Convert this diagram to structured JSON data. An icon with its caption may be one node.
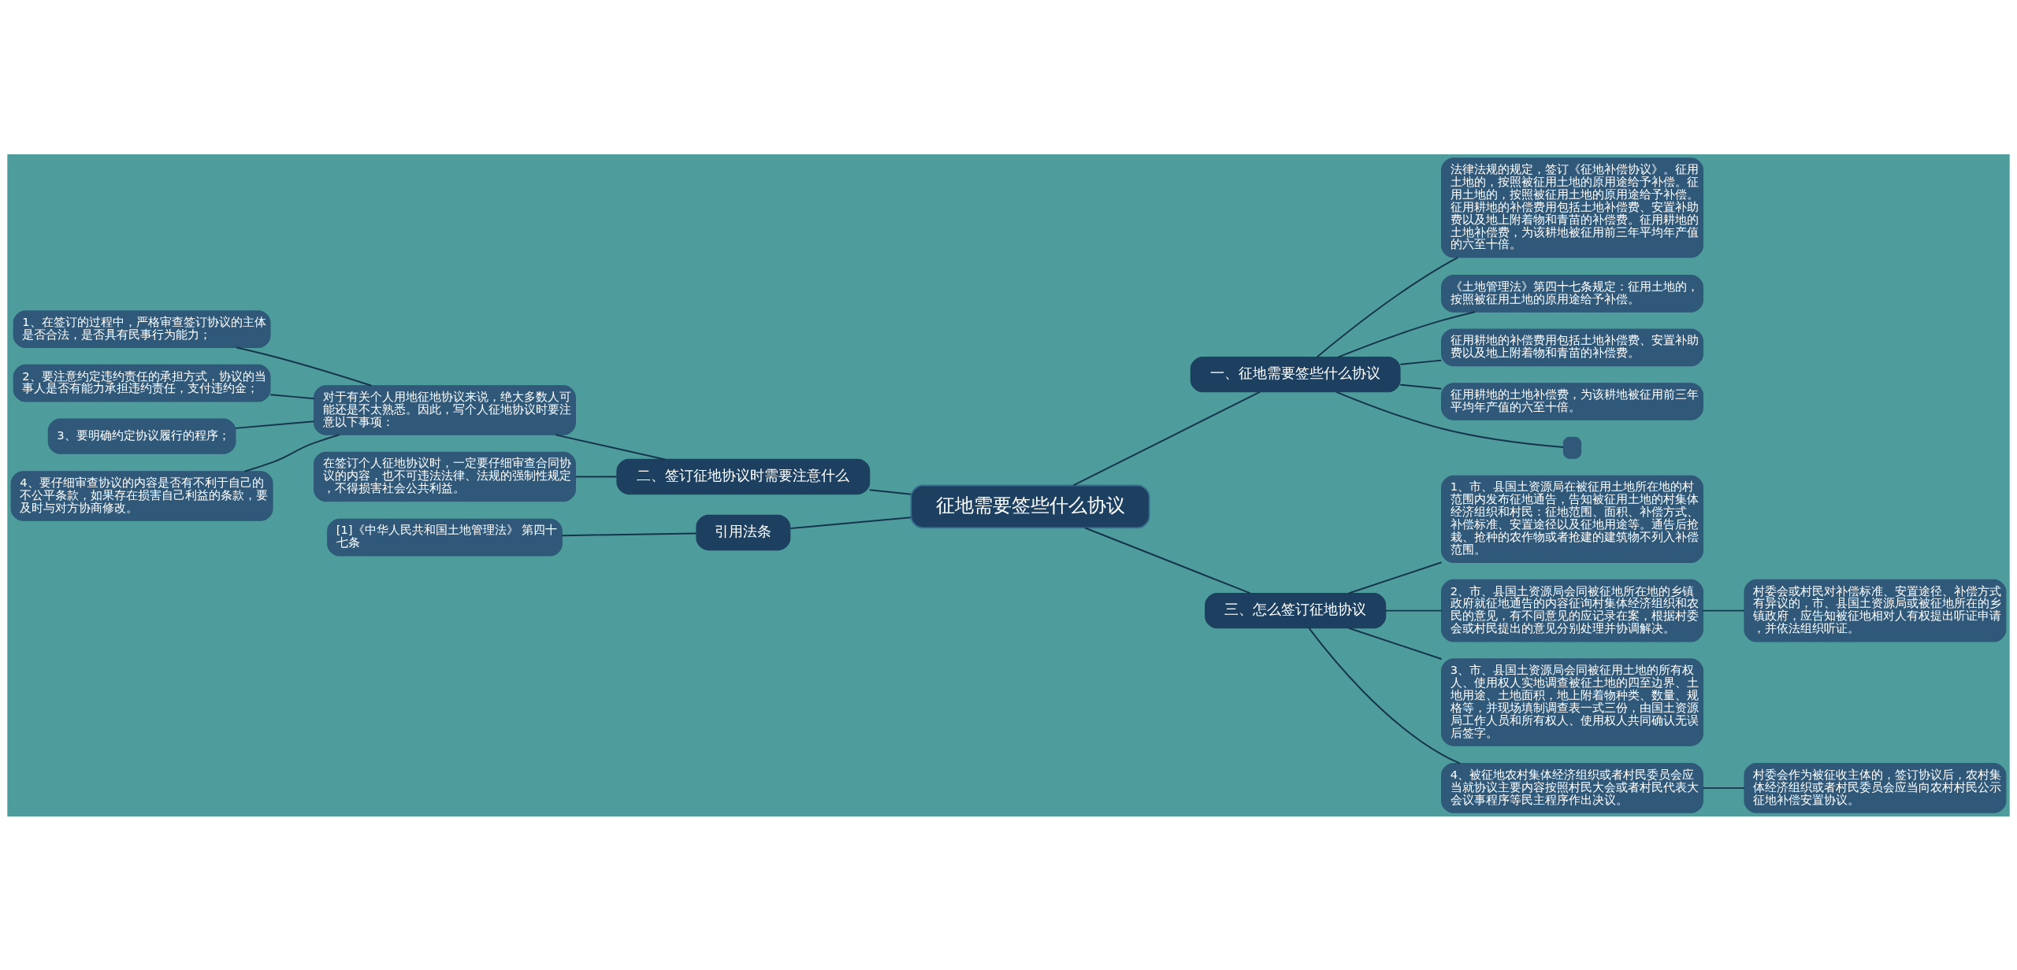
{
  "diagram": {
    "nodes": [
      {
        "text": [
          "征地需要签些什么协议"
        ]
      },
      {
        "text": [
          "一、征地需要签些什么协议"
        ]
      },
      {
        "text": [
          "法律法规的规定，签订《征地补偿协议》。征用土地的，按照被征用土地的原用途给予补偿。征用土地的，按照被征用土地的原用途给予补偿。征用耕地的补偿费用包括土地补偿费、安置补助费以及地上附着物和青苗的补偿费。征用耕地的土地补偿费，为该耕地被征用前三年平均年产值的六至十倍。"
        ]
      },
      {
        "text": [
          "《土地管理法》第四十七条规定：征用土地的，按照被征用土地的原用途给予补偿。"
        ]
      },
      {
        "text": [
          "征用耕地的补偿费用包括土地补偿费、安置补助费以及地上附着物和青苗的补偿费。"
        ]
      },
      {
        "text": [
          "征用耕地的土地补偿费，为该耕地被征用前三年平均年产值的六至十倍。"
        ]
      },
      {
        "text": [],
        "shape": "box"
      },
      {
        "text": [
          "二、签订征地协议时需要注意什么"
        ]
      },
      {
        "text": [
          "对于有关个人用地征地协议来说，绝大多数人可能还是不太熟悉。因此，写个人征地协议时要注意以下事项："
        ]
      },
      {
        "text": [
          "1、在签订的过程中，严格审查签订协议的主体是否合法，是否具有民事行为能力；"
        ]
      },
      {
        "text": [
          "2、要注意约定违约责任的承担方式，协议的当事人是否有能力承担违约责任，支付违约金；"
        ]
      },
      {
        "text": [
          "3、要明确约定协议履行的程序；"
        ]
      },
      {
        "text": [
          "4、要仔细审查协议的内容是否有不利于自己的不公平条款，如果存在损害自己利益的条款，要及时与对方协商修改。"
        ]
      },
      {
        "text": [
          "在签订个人征地协议时，一定要仔细审查合同协议的内容，也不可违法法律、法规的强制性规定，不得损害社会公共利益。"
        ]
      },
      {
        "text": [
          "引用法条"
        ]
      },
      {
        "text": [
          "[1]《中华人民共和国土地管理法》 第四十七条"
        ]
      },
      {
        "text": [
          "三、怎么签订征地协议"
        ]
      },
      {
        "text": [
          "1、市、县国土资源局在被征用土地所在地的村范围内发布征地通告，告知被征用土地的村集体经济组织和村民：征地范围、面积、补偿方式、补偿标准、安置途径以及征地用途等。通告后抢栽、抢种的农作物或者抢建的建筑物不列入补偿范围。"
        ]
      },
      {
        "text": [
          "2、市、县国土资源局会同被征地所在地的乡镇政府就征地通告的内容征询村集体经济组织和农民的意见，有不同意见的应记录在案，根据村委会或村民提出的意见分别处理并协调解决。"
        ]
      },
      {
        "text": [
          "村委会或村民对补偿标准、安置途径、补偿方式有异议的，市、县国土资源局或被征地所在的乡镇政府，应告知被征地相对人有权提出听证申请，并依法组织听证。"
        ]
      },
      {
        "text": [
          "3、市、县国土资源局会同被征用土地的所有权人、使用权人实地调查被征土地的四至边界、土地用途、土地面积，地上附着物种类、数量、规格等，并现场填制调查表一式三份，由国土资源局工作人员和所有权人、使用权人共同确认无误后签字。"
        ]
      },
      {
        "text": [
          "4、被征地农村集体经济组织或者村民委员会应当就协议主要内容按照村民大会或者村民代表大会议事程序等民主程序作出决议。"
        ]
      },
      {
        "text": [
          "村委会作为被征收主体的，签订协议后，农村集体经济组织或者村民委员会应当向农村村民公示征地补偿安置协议。"
        ]
      }
    ],
    "edges": [
      {
        "from": 0,
        "to": 1,
        "arrow": "none"
      },
      {
        "from": 1,
        "to": 2,
        "arrow": "none"
      },
      {
        "from": 1,
        "to": 3,
        "arrow": "none"
      },
      {
        "from": 1,
        "to": 4,
        "arrow": "none"
      },
      {
        "from": 1,
        "to": 5,
        "arrow": "none"
      },
      {
        "from": 1,
        "to": 6,
        "arrow": "none"
      },
      {
        "from": 7,
        "to": 0,
        "arrow": "none"
      },
      {
        "from": 8,
        "to": 7,
        "arrow": "none"
      },
      {
        "from": 9,
        "to": 8,
        "arrow": "none"
      },
      {
        "from": 10,
        "to": 8,
        "arrow": "none"
      },
      {
        "from": 11,
        "to": 8,
        "arrow": "none"
      },
      {
        "from": 12,
        "to": 8,
        "arrow": "none"
      },
      {
        "from": 13,
        "to": 7,
        "arrow": "none"
      },
      {
        "from": 14,
        "to": 0,
        "arrow": "none"
      },
      {
        "from": 15,
        "to": 14,
        "arrow": "none"
      },
      {
        "from": 0,
        "to": 16,
        "arrow": "none"
      },
      {
        "from": 16,
        "to": 17,
        "arrow": "none"
      },
      {
        "from": 16,
        "to": 18,
        "arrow": "none"
      },
      {
        "from": 18,
        "to": 19,
        "arrow": "none"
      },
      {
        "from": 16,
        "to": 20,
        "arrow": "none"
      },
      {
        "from": 16,
        "to": 21,
        "arrow": "none"
      },
      {
        "from": 21,
        "to": 22,
        "arrow": "none"
      }
    ]
  }
}
